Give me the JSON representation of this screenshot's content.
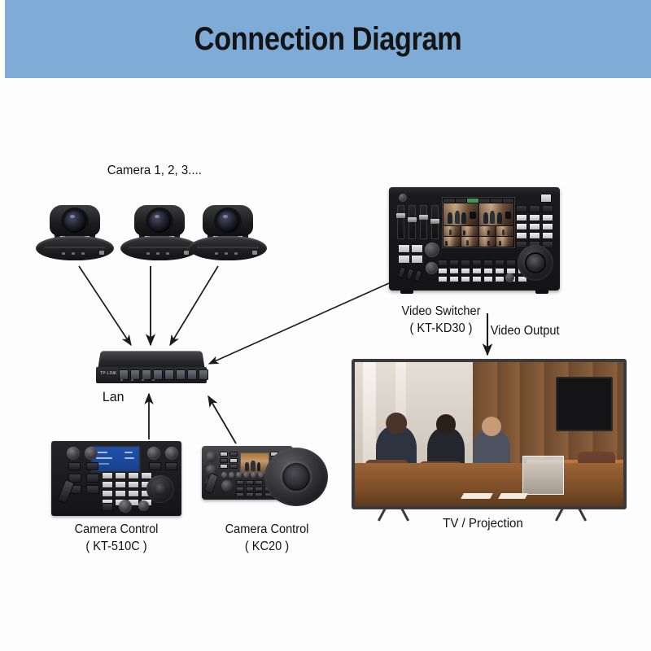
{
  "header": {
    "title": "Connection Diagram",
    "background_color": "#7fabd7"
  },
  "labels": {
    "cameras": "Camera 1, 2, 3....",
    "lan": "Lan",
    "video_switcher_name": "Video Switcher",
    "video_switcher_model": "( KT-KD30 )",
    "video_output": "Video Output",
    "camera_control_1_name": "Camera Control",
    "camera_control_1_model": "( KT-510C )",
    "camera_control_2_name": "Camera Control",
    "camera_control_2_model": "( KC20 )",
    "tv": "TV / Projection"
  },
  "devices": [
    {
      "id": "camera-1",
      "type": "ptz-camera",
      "label": "Camera 1, 2, 3...."
    },
    {
      "id": "camera-2",
      "type": "ptz-camera",
      "label": "Camera 1, 2, 3...."
    },
    {
      "id": "camera-3",
      "type": "ptz-camera",
      "label": "Camera 1, 2, 3...."
    },
    {
      "id": "lan-switch",
      "type": "network-switch",
      "label": "Lan"
    },
    {
      "id": "video-switcher",
      "type": "video-switcher",
      "label": "Video Switcher",
      "model": "( KT-KD30 )"
    },
    {
      "id": "camera-control-kt510c",
      "type": "camera-controller",
      "label": "Camera Control",
      "model": "( KT-510C )"
    },
    {
      "id": "camera-control-kc20",
      "type": "camera-controller",
      "label": "Camera Control",
      "model": "( KC20 )"
    },
    {
      "id": "tv-display",
      "type": "display",
      "label": "TV / Projection"
    }
  ],
  "connections": [
    {
      "from": "camera-1",
      "to": "lan-switch",
      "label": ""
    },
    {
      "from": "camera-2",
      "to": "lan-switch",
      "label": ""
    },
    {
      "from": "camera-3",
      "to": "lan-switch",
      "label": ""
    },
    {
      "from": "video-switcher",
      "to": "lan-switch",
      "label": ""
    },
    {
      "from": "camera-control-kt510c",
      "to": "lan-switch",
      "label": ""
    },
    {
      "from": "camera-control-kc20",
      "to": "lan-switch",
      "label": ""
    },
    {
      "from": "video-switcher",
      "to": "tv-display",
      "label": "Video Output"
    }
  ],
  "colors": {
    "banner": "#7fabd7",
    "page_background": "#fdfdfe",
    "text": "#111111",
    "arrow": "#1a1a1a",
    "device_body": "#1c1c1f",
    "lcd_blue": "#1f4fa8"
  }
}
